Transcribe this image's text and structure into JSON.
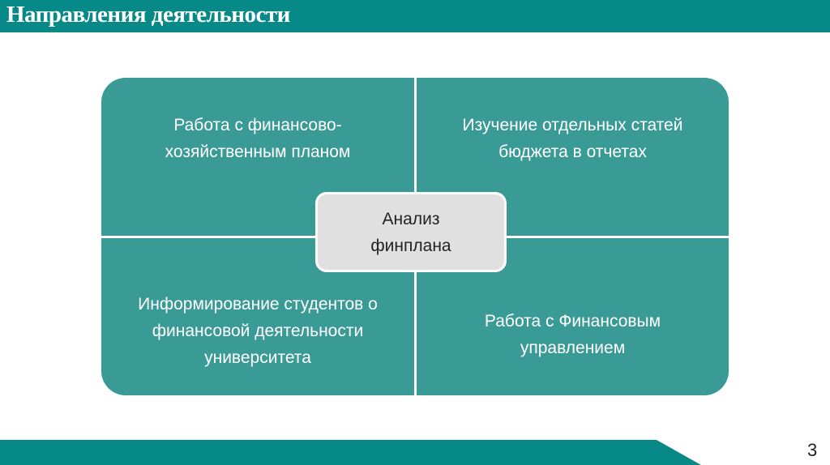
{
  "header": {
    "title": "Направления деятельности"
  },
  "diagram": {
    "center": "Анализ финплана",
    "quadrants": [
      "Работа с финансово-хозяйственным планом",
      "Изучение отдельных статей бюджета в отчетах",
      "Информирование студентов о финансовой деятельности университета",
      "Работа с Финансовым управлением"
    ]
  },
  "footer": {
    "page_number": "3"
  },
  "colors": {
    "accent": "#078a87",
    "quadrant": "#3a9a96",
    "center": "#e0e0e0"
  }
}
